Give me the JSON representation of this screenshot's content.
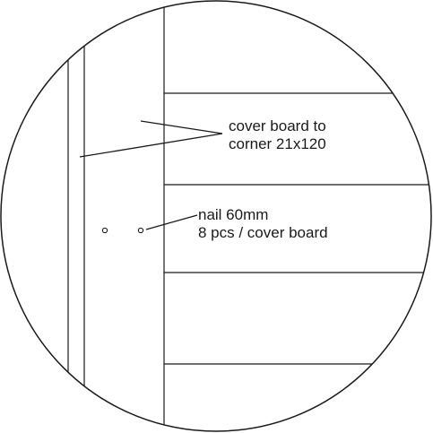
{
  "annotations": {
    "cover_board": {
      "line1": "cover board to",
      "line2": "corner 21x120"
    },
    "nail": {
      "line1": "nail 60mm",
      "line2": "8 pcs / cover board"
    }
  }
}
